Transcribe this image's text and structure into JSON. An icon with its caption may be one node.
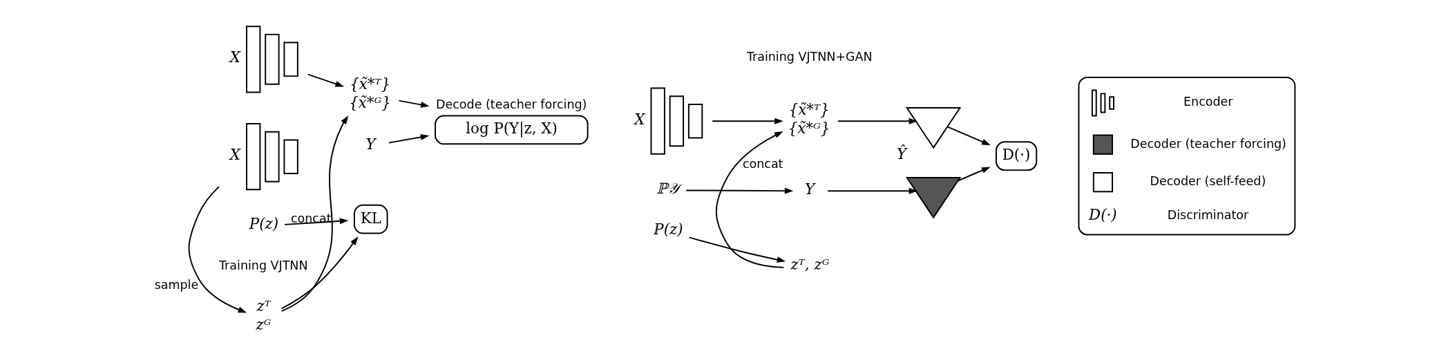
{
  "diagram": {
    "nodes": [
      {
        "text": [],
        "shape": "bars",
        "beside": [
          "X"
        ]
      },
      {
        "text": [
          "{x̃*ᵀ}",
          "{x̃*ᴳ}"
        ]
      },
      {
        "text": [
          "Decode (teacher forcing)",
          "log P(Y|z, X)"
        ]
      },
      {
        "text": [],
        "shape": "bars",
        "beside": [
          "X"
        ]
      },
      {
        "text": [
          "Y"
        ]
      },
      {
        "text": [
          "zᵀ",
          "zᴳ"
        ]
      },
      {
        "text": [
          "KL"
        ]
      },
      {
        "text": [
          "P(z)"
        ]
      },
      {
        "text": [],
        "shape": "bars",
        "beside": [
          "X"
        ]
      },
      {
        "text": [
          "{x̃*ᵀ}",
          "{x̃*ᴳ}"
        ]
      },
      {
        "text": [],
        "shape": "tree",
        "beside": [
          "Ŷ"
        ]
      },
      {
        "text": [
          "D(·)"
        ]
      },
      {
        "text": [
          "P(z)"
        ]
      },
      {
        "text": [
          "zᵀ, zᴳ"
        ]
      },
      {
        "text": [
          "ℙ𝒴"
        ]
      },
      {
        "text": [
          "Y"
        ]
      },
      {
        "text": [],
        "shape": "tree"
      }
    ],
    "edges": [
      {
        "from": 0,
        "to": 1,
        "arrow": "to"
      },
      {
        "from": 1,
        "to": 2,
        "arrow": "to"
      },
      {
        "from": 5,
        "to": 1,
        "arrow": "to",
        "label": "concat"
      },
      {
        "from": 3,
        "to": 5,
        "arrow": "to",
        "label": "sample"
      },
      {
        "from": 5,
        "to": 6,
        "arrow": "to"
      },
      {
        "from": 7,
        "to": 6,
        "arrow": "to"
      },
      {
        "from": 4,
        "to": 2,
        "arrow": "to"
      },
      {
        "from": 8,
        "to": 9,
        "arrow": "to"
      },
      {
        "from": 9,
        "to": 10,
        "arrow": "to"
      },
      {
        "from": 13,
        "to": 9,
        "arrow": "to",
        "label": "concat"
      },
      {
        "from": 12,
        "to": 13,
        "arrow": "to"
      },
      {
        "from": 14,
        "to": 15,
        "arrow": "to"
      },
      {
        "from": 15,
        "to": 16,
        "arrow": "to"
      },
      {
        "from": 10,
        "to": 11,
        "arrow": "to"
      },
      {
        "from": 16,
        "to": 11,
        "arrow": "to"
      }
    ],
    "labels": [
      "Training VJTNN",
      "Training VJTNN+GAN",
      "D(·)"
    ],
    "legend": [
      {
        "text": "Encoder"
      },
      {
        "text": "Decoder (teacher forcing)"
      },
      {
        "text": "Decoder (self-feed)"
      },
      {
        "text": "Discriminator"
      }
    ]
  }
}
